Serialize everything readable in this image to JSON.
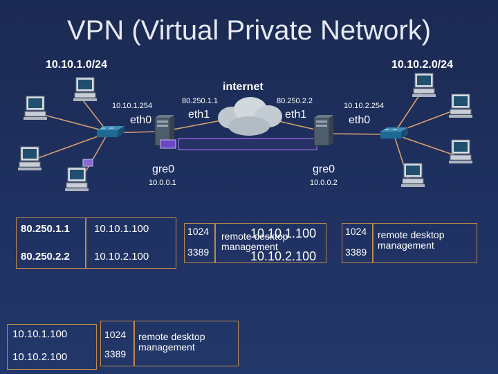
{
  "title": "VPN (Virtual Private Network)",
  "left_subnet": "10.10.1.0/24",
  "right_subnet": "10.10.2.0/24",
  "internet": "internet",
  "left_router": {
    "lan_ip": "10.10.1.254",
    "lan_if": "eth0",
    "wan_ip": "80.250.1.1",
    "wan_if": "eth1",
    "tunnel_if": "gre0",
    "tunnel_ip": "10.0.0.1"
  },
  "right_router": {
    "lan_ip": "10.10.2.254",
    "lan_if": "eth0",
    "wan_ip": "80.250.2.2",
    "wan_if": "eth1",
    "tunnel_if": "gre0",
    "tunnel_ip": "10.0.0.2"
  },
  "table_main": {
    "rows": [
      {
        "external": "80.250.1.1",
        "internal": "10.10.1.100"
      },
      {
        "external": "80.250.2.2",
        "internal": "10.10.2.100"
      }
    ]
  },
  "nat_mid": {
    "ports": [
      "1024",
      "3389"
    ],
    "desc": "remote desktop management",
    "hosts": [
      "10.10.1.100",
      "10.10.2.100"
    ]
  },
  "nat_right": {
    "ports": [
      "1024",
      "3389"
    ],
    "desc": "remote desktop management"
  },
  "table_bottom": {
    "hosts": [
      "10.10.1.100",
      "10.10.2.100"
    ],
    "ports": [
      "1024",
      "3389"
    ],
    "desc": "remote desktop management"
  },
  "colors": {
    "background": "#1f3161",
    "link": "#d8a070",
    "tunnel": "#7c5cc4",
    "box_border": "#c08a4a"
  }
}
